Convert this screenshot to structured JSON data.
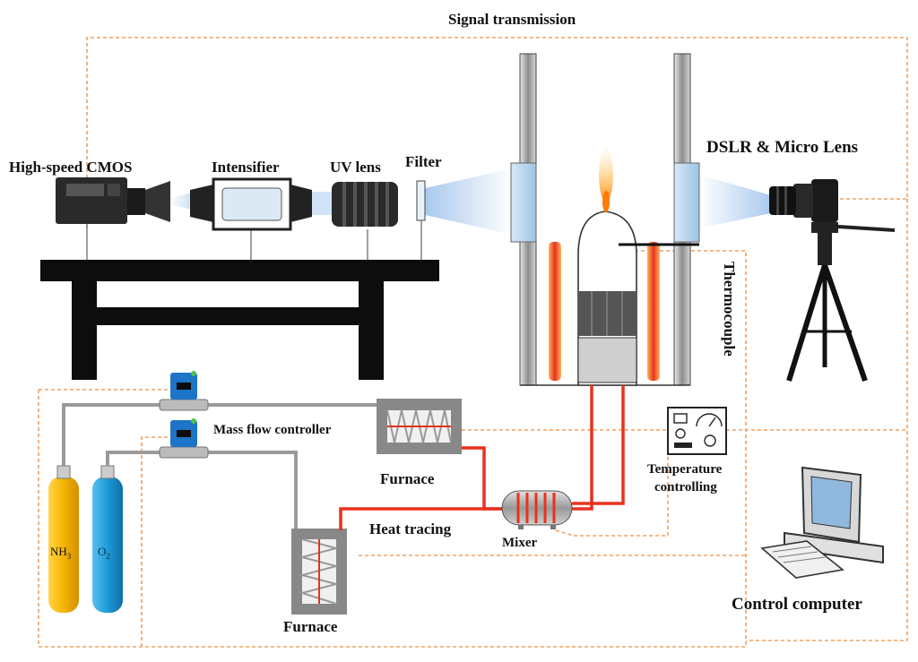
{
  "labels": {
    "signal_transmission": "Signal transmission",
    "high_speed_cmos": "High-speed CMOS",
    "intensifier": "Intensifier",
    "uv_lens": "UV lens",
    "filter": "Filter",
    "dslr": "DSLR & Micro Lens",
    "thermocouple": "Thermocouple",
    "mass_flow_controller": "Mass flow controller",
    "furnace_top": "Furnace",
    "furnace_bottom": "Furnace",
    "heat_tracing": "Heat tracing",
    "mixer": "Mixer",
    "temperature_controlling_1": "Temperature",
    "temperature_controlling_2": "controlling",
    "control_computer": "Control computer",
    "nh3_base": "NH",
    "nh3_sub": "3",
    "o2_base": "O",
    "o2_sub": "2"
  },
  "colors": {
    "signal_line": "#f0a060",
    "hot_line": "#e8321e",
    "gas_line": "#9a9a9a",
    "nh3_cylinder": "#f5b400",
    "o2_cylinder": "#1d9ad6",
    "light_beam": "#cfe3f5"
  }
}
